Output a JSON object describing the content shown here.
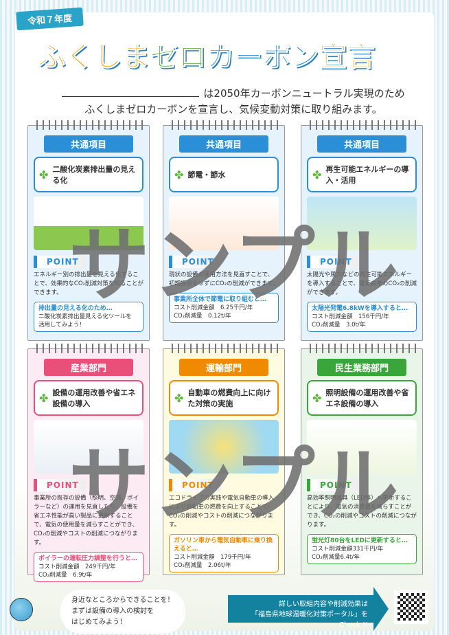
{
  "header": {
    "year_badge": "令和７年度",
    "title_parts": [
      "ふくしま",
      "ゼロ",
      "カーボン",
      "宣言"
    ],
    "declaration_line1": "は2050年カーボンニュートラル実現のため",
    "declaration_line2": "ふくしまゼロカーボンを宣言し、気候変動対策に取り組みます。"
  },
  "point_label": "POINT",
  "watermark": "サンプル",
  "colors": {
    "blue": "#2a8fd6",
    "pink": "#e8507a",
    "orange": "#f08a00",
    "green": "#3aa63a"
  },
  "cards": [
    {
      "category": "共通項目",
      "title": "二酸化炭素排出量の見える化",
      "description": "エネルギー別の排出量を見える化することで、効果的なCO₂削減対策を知ることができます。",
      "result_title": "排出量の見える化のため…",
      "result_lines": [
        "二酸化炭素排出量見える化ツールを",
        "活用してみよう！"
      ]
    },
    {
      "category": "共通項目",
      "title": "節電・節水",
      "description": "現状の設備の使用方法を見直すことで、初期投資をせずにCO₂の削減ができます。",
      "result_title": "事業所全体で節電に取り組むと…",
      "result_lines": [
        "コスト削減金額　6.25千円/年",
        "CO₂削減量　0.12t/年"
      ]
    },
    {
      "category": "共通項目",
      "title": "再生可能エネルギーの導入・活用",
      "description": "太陽光や風力などの再生可能エネルギーを導入することで、電気由来のCO₂の削減ができます。",
      "result_title": "太陽光発電6.8kWを導入すると…",
      "result_lines": [
        "コスト削減金額　156千円/年",
        "CO₂削減量　3.0t/年"
      ]
    },
    {
      "category": "産業部門",
      "title": "設備の運用改善や省エネ設備の導入",
      "description": "事業所の既存の設備（照明、空調、ボイラーなど）の運用を見直したり、設備を省エネ性能が高い製品に更新することで、電気の使用量を減らすことができ、CO₂の削減やコストの削減につながります。",
      "result_title": "ボイラーの運転圧力調整を行うと…",
      "result_lines": [
        "コスト削減金額　249千円/年",
        "CO₂削減量　6.9t/年"
      ]
    },
    {
      "category": "運輸部門",
      "title": "自動車の燃費向上に向けた対策の実施",
      "description": "エコドライブの実践や電気自動車の導入により自動車の燃費を向上することで、CO₂の削減やコストの削減につながります。",
      "result_title": "ガソリン車から電気自動車に乗り換えると…",
      "result_lines": [
        "コスト削減金額　179千円/年",
        "CO₂削減量　2.06t/年"
      ]
    },
    {
      "category": "民生業務部門",
      "title": "照明設備の運用改善や省エネ設備の導入",
      "description": "高効率照明器具（LED等）へ更新することにより、電気の消費量を減らすことができ、CO₂の削減やコストの削減につながります。",
      "result_title": "蛍光灯80台をLEDに更新すると…",
      "result_lines": [
        "コスト削減金額331千円/年",
        "CO₂削減量6.4t/年"
      ]
    }
  ],
  "footer": {
    "bubble_lines": [
      "身近なところからできることを！",
      "まずは設備の導入の検討を",
      "はじめてみよう！"
    ],
    "portal_line1": "詳しい取組内容や削減効果は",
    "portal_line2": "「福島県地球温暖化対策ポータル」を Check !!"
  }
}
